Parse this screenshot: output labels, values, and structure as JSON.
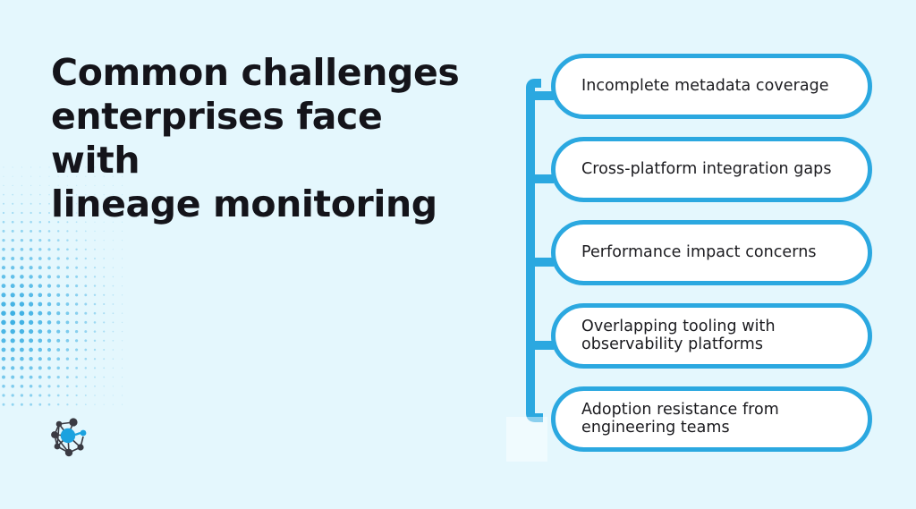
{
  "background_color": "#e4f7fd",
  "accent_color": "#2ba8e0",
  "text_color": "#1b1b1f",
  "heading": {
    "text": "Common challenges\nenterprises face with\nlineage monitoring"
  },
  "logo": {
    "name": "network-nodes-logo",
    "accent_color": "#1ba2df",
    "node_color": "#3a3a42"
  },
  "items": [
    {
      "label": "Incomplete metadata coverage"
    },
    {
      "label": "Cross-platform integration gaps"
    },
    {
      "label": "Performance impact concerns"
    },
    {
      "label": "Overlapping tooling with\nobservability platforms"
    },
    {
      "label": "Adoption resistance from\nengineering teams"
    }
  ]
}
